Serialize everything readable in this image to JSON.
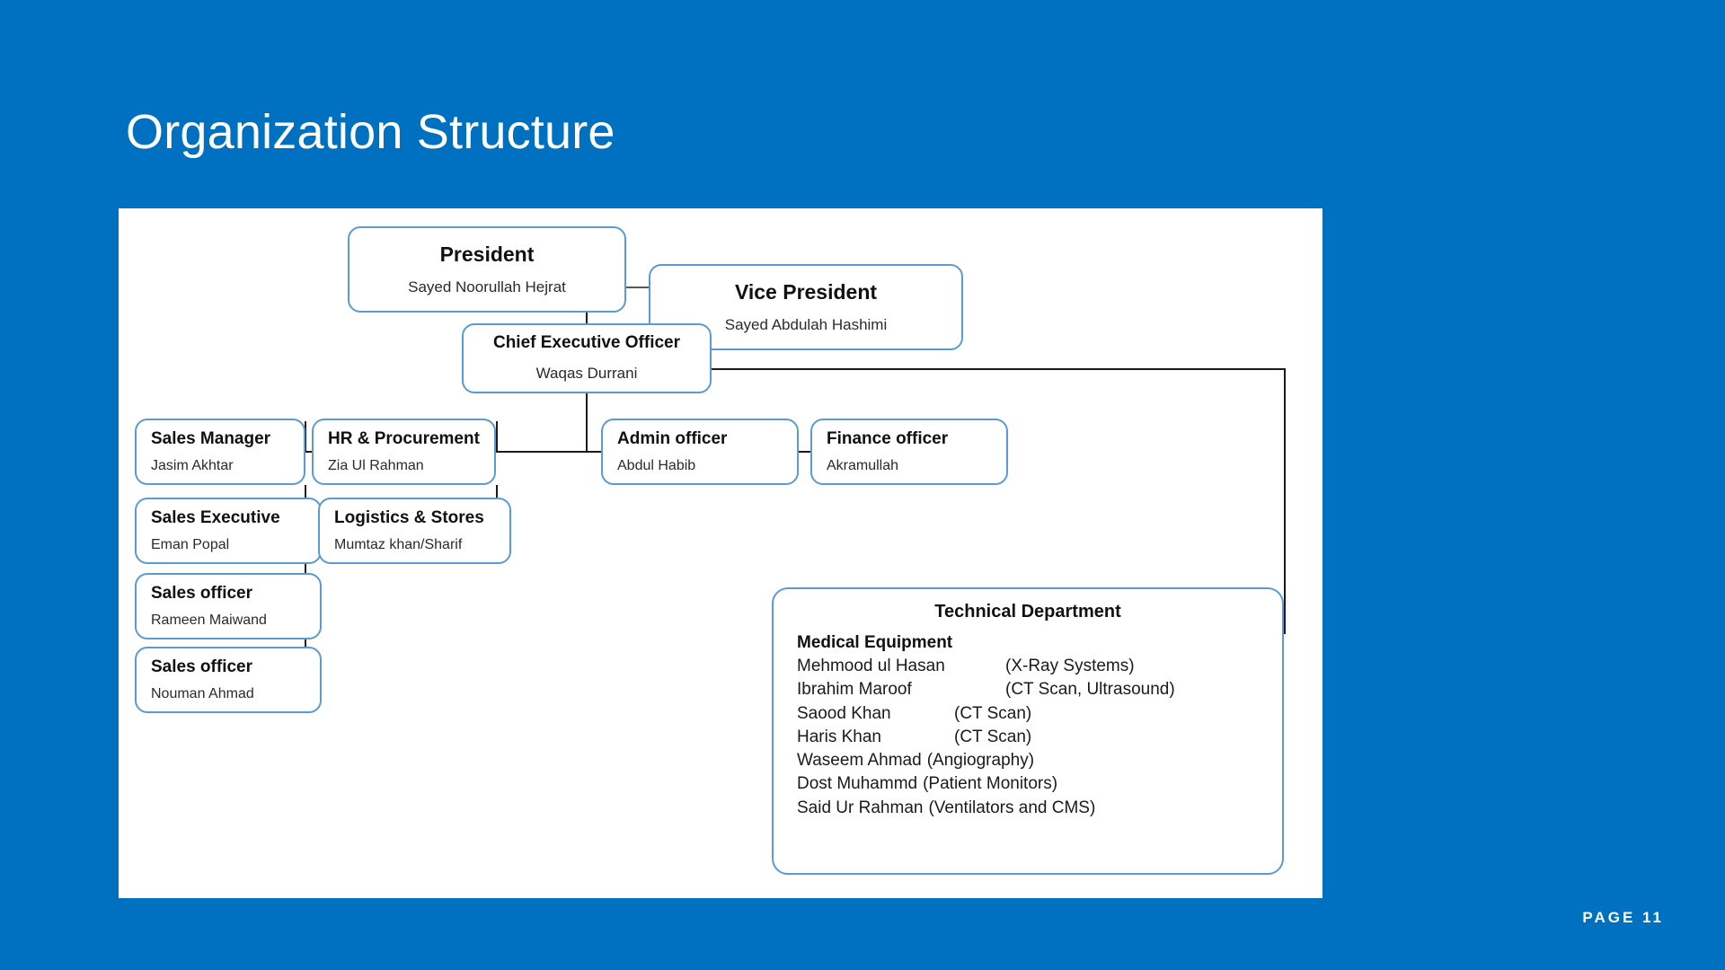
{
  "slide": {
    "title": "Organization Structure",
    "page_label": "PAGE 11",
    "background_color": "#0070C0",
    "panel_color": "#FFFFFF",
    "node_border_color": "#5B9BD5",
    "connector_color": "#1A1A1A"
  },
  "nodes": {
    "president": {
      "title": "President",
      "person": "Sayed Noorullah  Hejrat"
    },
    "vice_president": {
      "title": "Vice President",
      "person": "Sayed Abdulah Hashimi"
    },
    "ceo": {
      "title": "Chief Executive Officer",
      "person": "Waqas Durrani"
    },
    "sales_manager": {
      "title": "Sales Manager",
      "person": "Jasim Akhtar"
    },
    "hr_procurement": {
      "title": "HR & Procurement",
      "person": "Zia Ul Rahman"
    },
    "admin_officer": {
      "title": "Admin officer",
      "person": "Abdul Habib"
    },
    "finance_officer": {
      "title": "Finance officer",
      "person": "Akramullah"
    },
    "sales_executive": {
      "title": "Sales Executive",
      "person": "Eman Popal"
    },
    "logistics": {
      "title": "Logistics & Stores",
      "person": "Mumtaz khan/Sharif"
    },
    "sales_officer_1": {
      "title": "Sales officer",
      "person": "Rameen Maiwand"
    },
    "sales_officer_2": {
      "title": "Sales officer",
      "person": "Nouman Ahmad"
    }
  },
  "technical_department": {
    "title": "Technical Department",
    "group_label": "Medical Equipment",
    "staff": [
      {
        "name": "Mehmood ul Hasan",
        "specialty": "(X-Ray Systems)"
      },
      {
        "name": "Ibrahim Maroof",
        "specialty": "(CT Scan, Ultrasound)"
      },
      {
        "name": "Saood Khan",
        "specialty": "(CT Scan)"
      },
      {
        "name": "Haris Khan",
        "specialty": "(CT Scan)"
      },
      {
        "name": "Waseem Ahmad",
        "specialty": "(Angiography)"
      },
      {
        "name": "Dost Muhammd",
        "specialty": "(Patient Monitors)"
      },
      {
        "name": "Said Ur Rahman",
        "specialty": "(Ventilators and CMS)"
      }
    ]
  }
}
